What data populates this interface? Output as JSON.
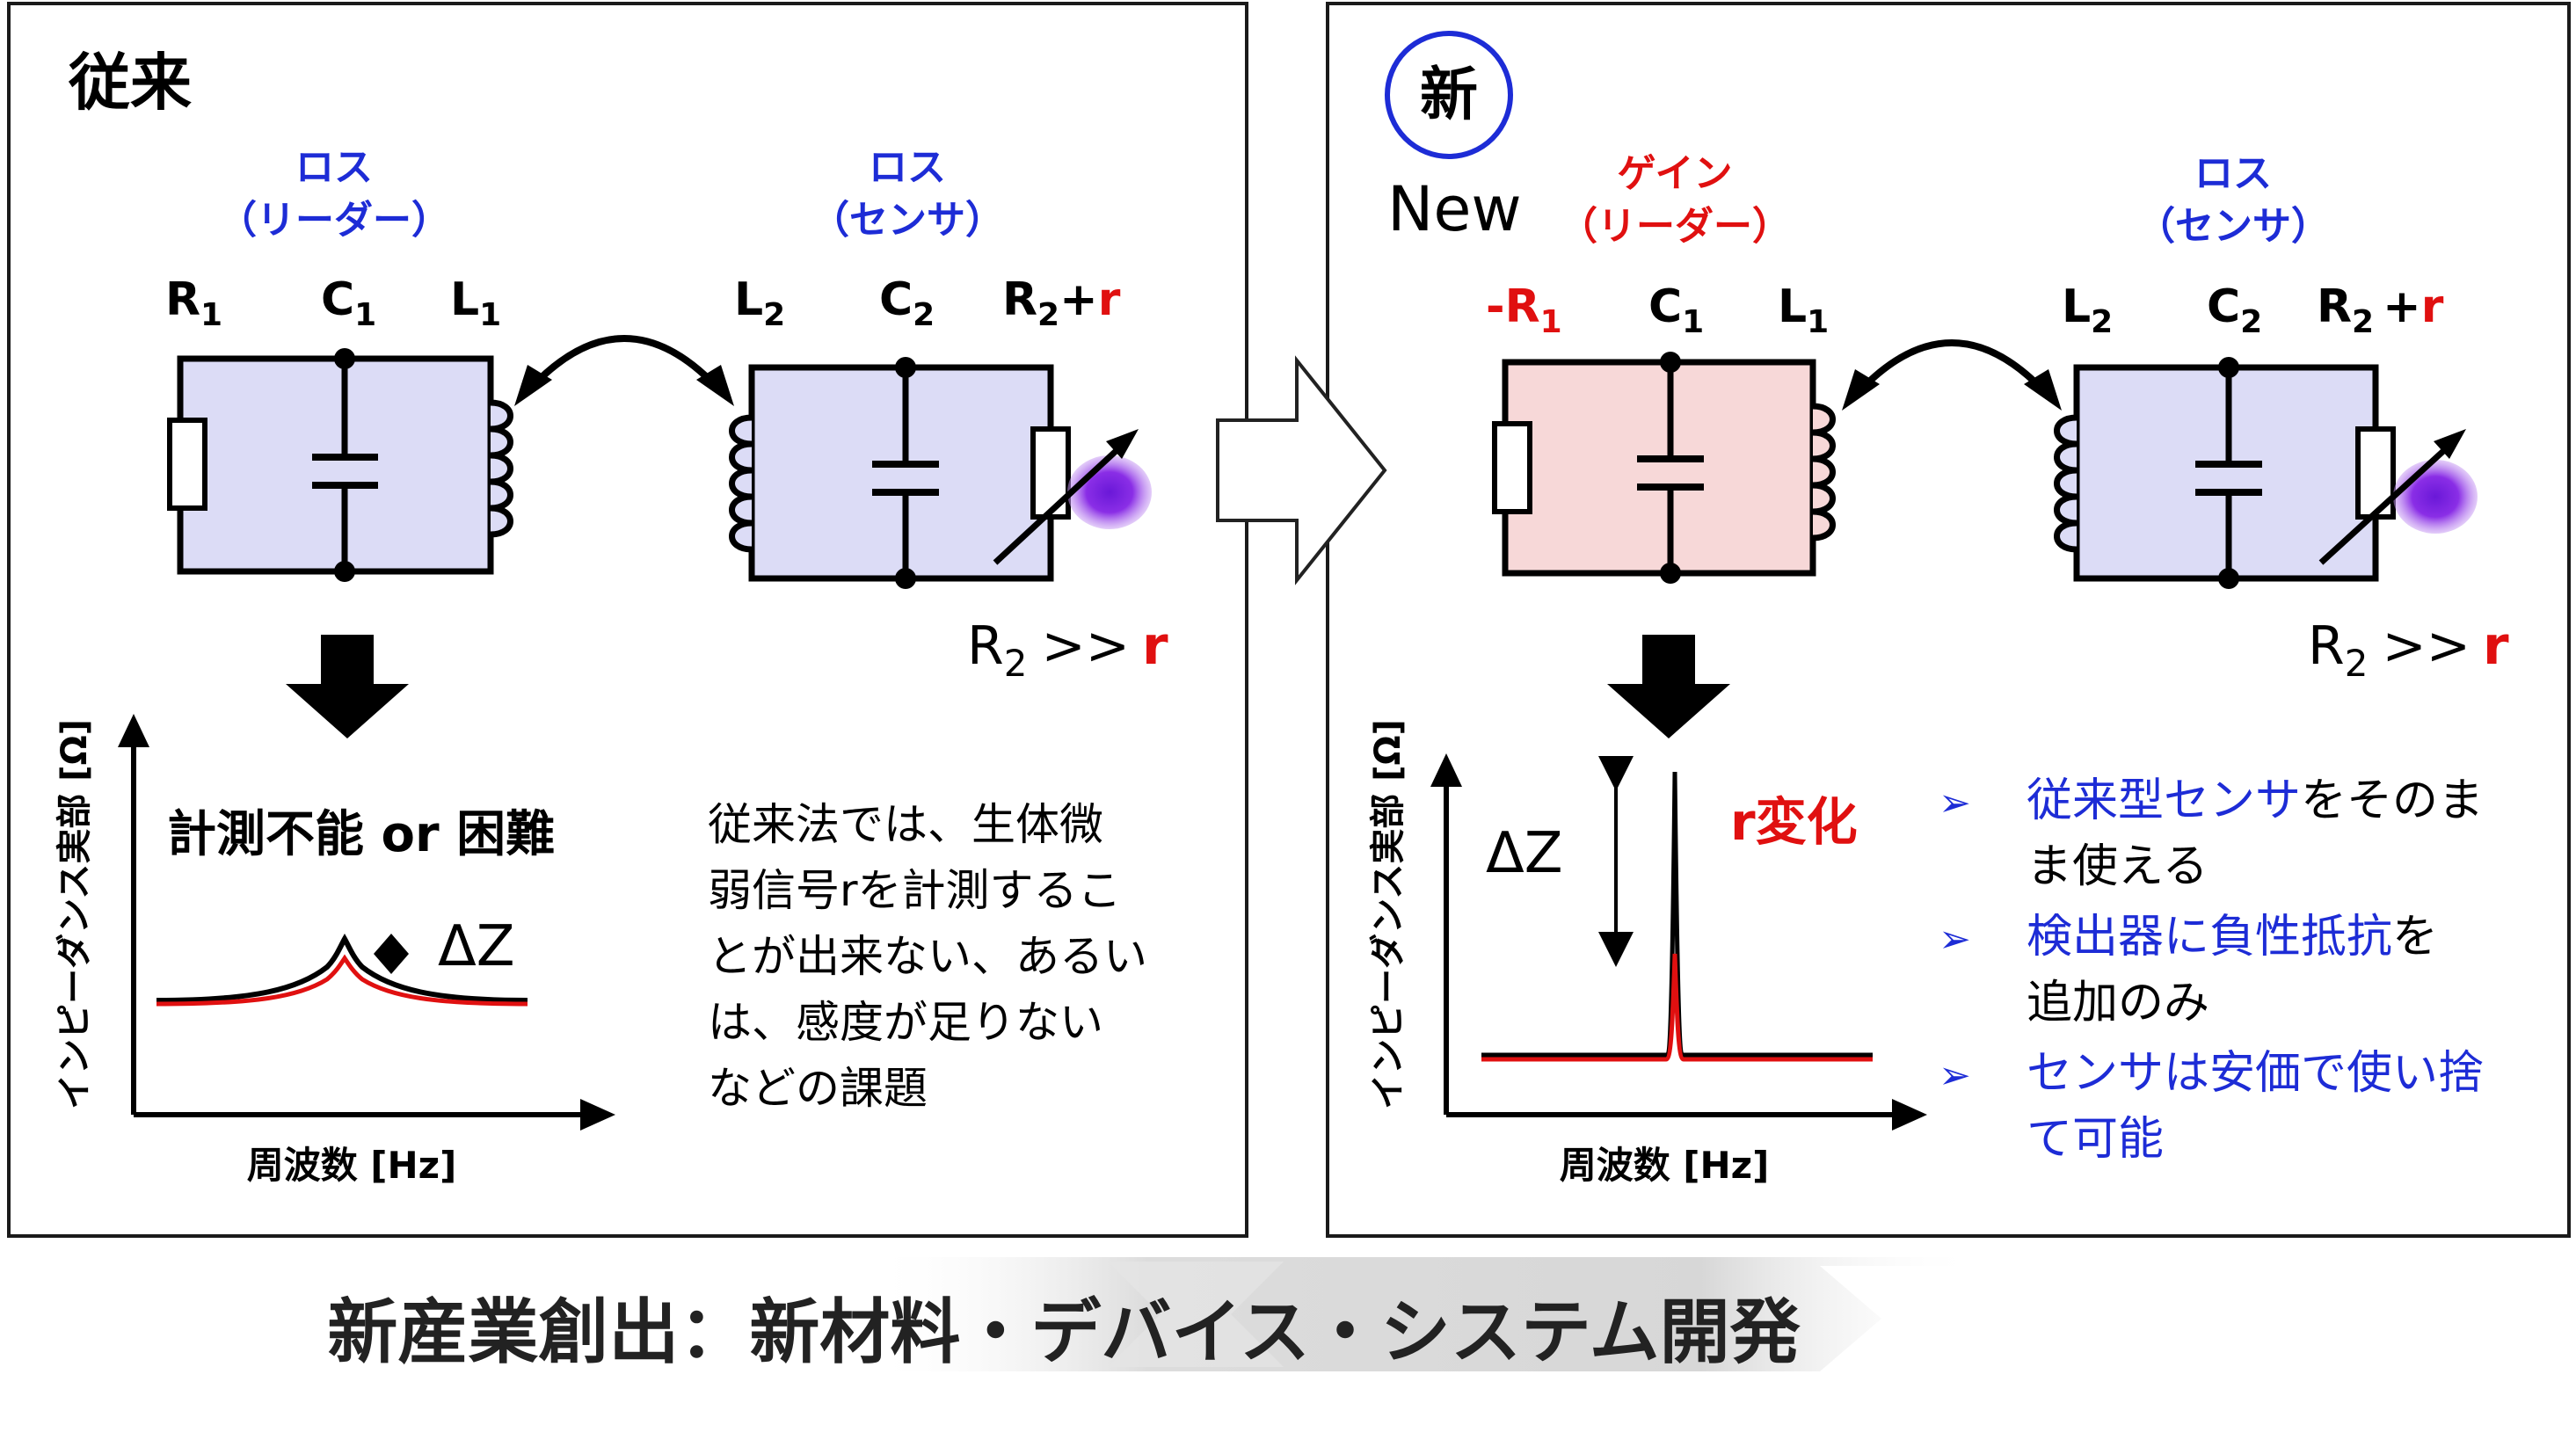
{
  "left_panel": {
    "title": "従来",
    "leader_label_1": "ロス",
    "leader_label_2": "（リーダー）",
    "sensor_label_1": "ロス",
    "sensor_label_2": "（センサ）",
    "comp_r1": "R",
    "comp_c1": "C",
    "comp_l1": "L",
    "comp_l2": "L",
    "comp_c2": "C",
    "comp_r2": "R",
    "comp_r2_plus": "+",
    "comp_r": "r",
    "sub_1": "1",
    "sub_2": "2",
    "relation_r2": "R",
    "relation_op": ">>",
    "relation_r": "r",
    "y_axis_label": "インピーダンス実部 [Ω]",
    "x_axis_label": "周波数 [Hz]",
    "result_text": "計測不能 or 困難",
    "delta_z": "ΔZ",
    "description_lines": [
      "従来法では、生体微",
      "弱信号rを計測するこ",
      "とが出来ない、あるい",
      "は、感度が足りない",
      "などの課題"
    ]
  },
  "right_panel": {
    "title_circled": "新",
    "title_new": "New",
    "leader_label_1": "ゲイン",
    "leader_label_2": "（リーダー）",
    "sensor_label_1": "ロス",
    "sensor_label_2": "（センサ）",
    "comp_r1": "-R",
    "comp_c1": "C",
    "comp_l1": "L",
    "comp_l2": "L",
    "comp_c2": "C",
    "comp_r2": "R",
    "comp_r2_plus": "+",
    "comp_r": "r",
    "sub_1": "1",
    "sub_2": "2",
    "relation_r2": "R",
    "relation_op": ">>",
    "relation_r": "r",
    "y_axis_label": "インピーダンス実部 [Ω]",
    "x_axis_label": "周波数 [Hz]",
    "delta_z": "ΔZ",
    "r_change": "r変化",
    "bullets": [
      {
        "lines": [
          [
            {
              "t": "従来型センサ",
              "c": "blue"
            },
            {
              "t": "をそのま",
              "c": "black"
            }
          ],
          [
            {
              "t": "ま使える",
              "c": "black"
            }
          ]
        ]
      },
      {
        "lines": [
          [
            {
              "t": "検出器に負性抵抗",
              "c": "blue"
            },
            {
              "t": "を",
              "c": "black"
            }
          ],
          [
            {
              "t": "追加のみ",
              "c": "black"
            }
          ]
        ]
      },
      {
        "lines": [
          [
            {
              "t": "センサは安価で使い捨",
              "c": "blue"
            }
          ],
          [
            {
              "t": "て可能",
              "c": "blue"
            }
          ]
        ]
      }
    ]
  },
  "footer": {
    "banner_text": "新産業創出：新材料・デバイス・システム開発"
  },
  "colors": {
    "loss_fill": "#dcdcf6",
    "gain_fill": "#f7d8d8",
    "blue_text": "#1d2cd6",
    "red_text": "#e01010",
    "sensor_blob": "#8a2ee6"
  }
}
